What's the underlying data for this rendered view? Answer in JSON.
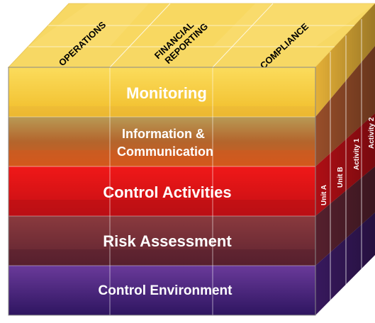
{
  "objectives": [
    "OPERATIONS",
    "FINANCIAL REPORTING",
    "COMPLIANCE"
  ],
  "objective_lines": [
    [
      "OPERATIONS"
    ],
    [
      "FINANCIAL",
      "REPORTING"
    ],
    [
      "COMPLIANCE"
    ]
  ],
  "components": [
    {
      "label_lines": [
        "Monitoring"
      ],
      "color": "#f7c634"
    },
    {
      "label_lines": [
        "Information &",
        "Communication"
      ],
      "color": "#b8652a"
    },
    {
      "label_lines": [
        "Control Activities"
      ],
      "color": "#e0161e"
    },
    {
      "label_lines": [
        "Risk Assessment"
      ],
      "color": "#7a2c35"
    },
    {
      "label_lines": [
        "Control Environment"
      ],
      "color": "#4a2278"
    }
  ],
  "units": [
    "Unit A",
    "Unit B",
    "Activity 1",
    "Activity 2"
  ],
  "colors": {
    "top_face": "#f6d24a",
    "top_face_light": "#fbe27a",
    "grid_line": "#ffffff",
    "outline": "#999999"
  }
}
